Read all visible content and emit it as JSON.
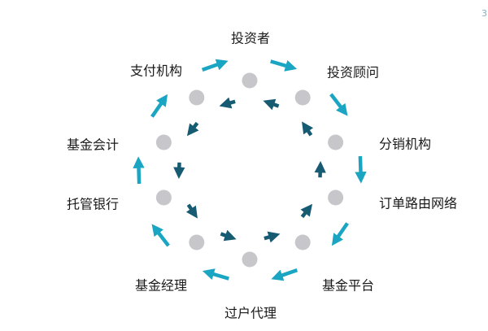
{
  "diagram": {
    "nodes": [
      {
        "id": "investor",
        "label": "投资者"
      },
      {
        "id": "advisor",
        "label": "投资顾问"
      },
      {
        "id": "distributor",
        "label": "分销机构"
      },
      {
        "id": "order-network",
        "label": "订单路由网络"
      },
      {
        "id": "fund-platform",
        "label": "基金平台"
      },
      {
        "id": "transfer-agent",
        "label": "过户代理"
      },
      {
        "id": "fund-manager",
        "label": "基金经理"
      },
      {
        "id": "custodian",
        "label": "托管银行"
      },
      {
        "id": "fund-accountant",
        "label": "基金会计"
      },
      {
        "id": "payment-agency",
        "label": "支付机构"
      }
    ],
    "colors": {
      "outer_arrow": "#1aa5c2",
      "inner_arrow": "#175b73",
      "node_dot": "#c7c7cb",
      "label": "#1a1a1a"
    }
  },
  "corner": {
    "glyph": "3"
  }
}
